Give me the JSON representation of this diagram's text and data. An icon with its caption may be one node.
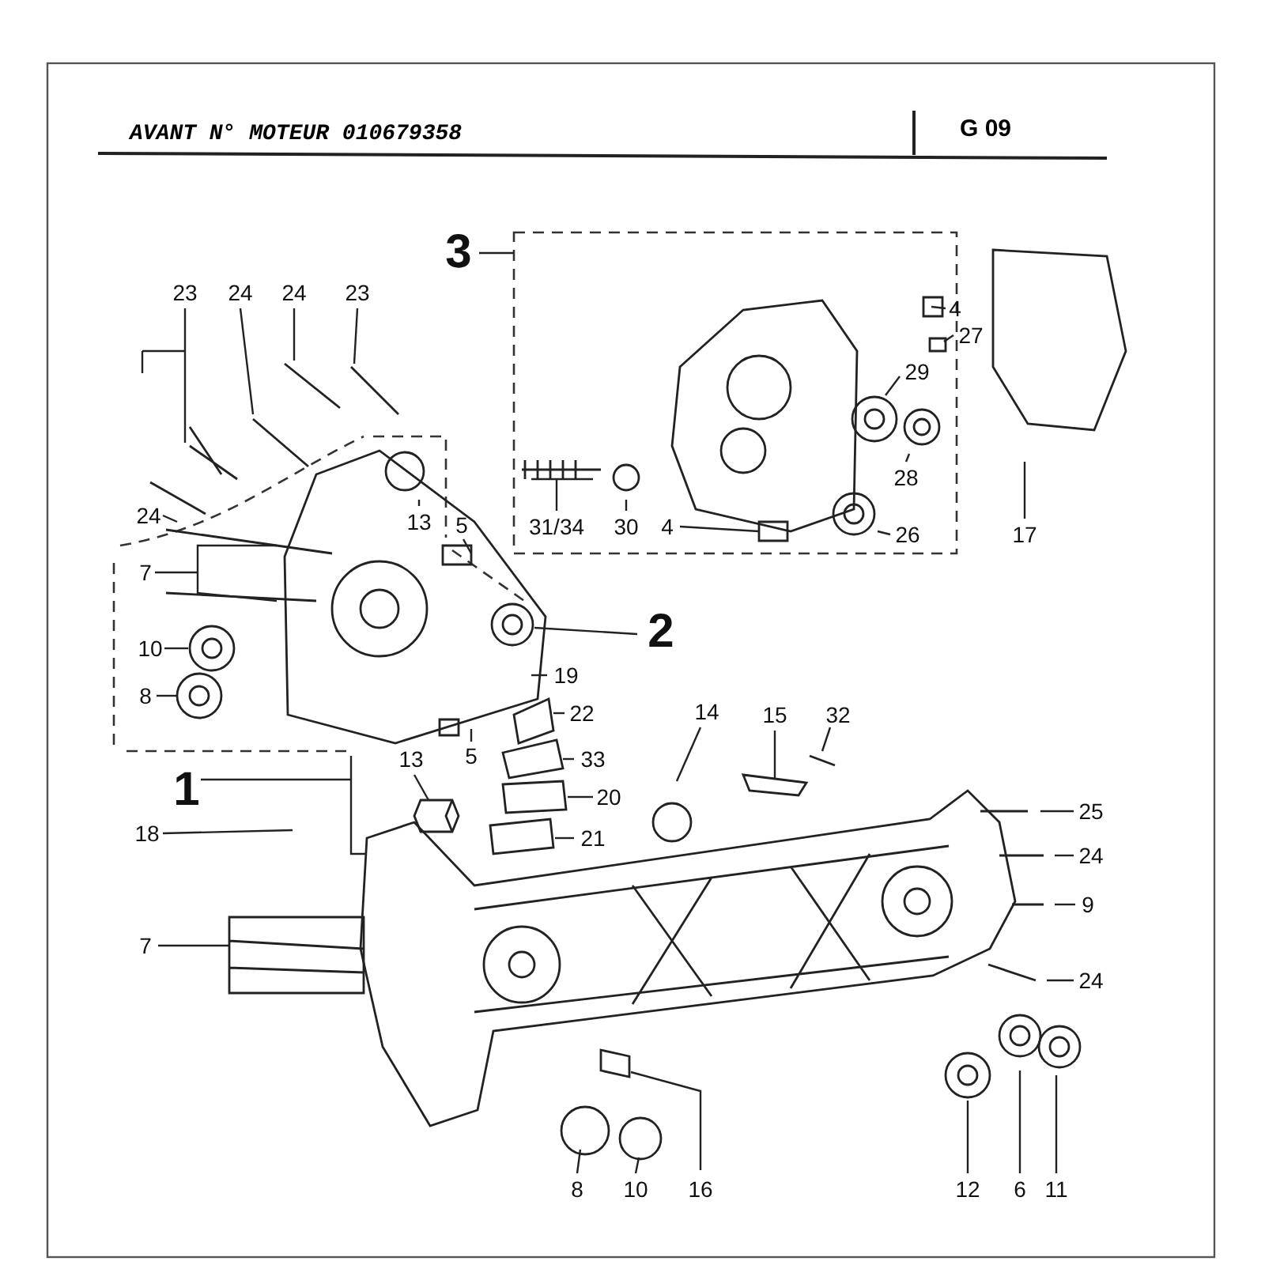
{
  "diagram": {
    "nodes": [
      {
        "text": [
          "3"
        ]
      },
      {
        "text": [
          "2"
        ]
      },
      {
        "text": [
          "1"
        ]
      },
      {
        "text": [
          "23"
        ]
      },
      {
        "text": [
          "24"
        ]
      },
      {
        "text": [
          "24"
        ]
      },
      {
        "text": [
          "23"
        ]
      },
      {
        "text": [
          "24"
        ]
      },
      {
        "text": [
          "7"
        ]
      },
      {
        "text": [
          "10"
        ]
      },
      {
        "text": [
          "8"
        ]
      },
      {
        "text": [
          "13"
        ]
      },
      {
        "text": [
          "5"
        ]
      },
      {
        "text": [
          "19"
        ]
      },
      {
        "text": [
          "22"
        ]
      },
      {
        "text": [
          "5"
        ]
      },
      {
        "text": [
          "13"
        ]
      },
      {
        "text": [
          "33"
        ]
      },
      {
        "text": [
          "20"
        ]
      },
      {
        "text": [
          "21"
        ]
      },
      {
        "text": [
          "14"
        ]
      },
      {
        "text": [
          "15"
        ]
      },
      {
        "text": [
          "32"
        ]
      },
      {
        "text": [
          "25"
        ]
      },
      {
        "text": [
          "24"
        ]
      },
      {
        "text": [
          "9"
        ]
      },
      {
        "text": [
          "24"
        ]
      },
      {
        "text": [
          "18"
        ]
      },
      {
        "text": [
          "7"
        ]
      },
      {
        "text": [
          "8"
        ]
      },
      {
        "text": [
          "10"
        ]
      },
      {
        "text": [
          "16"
        ]
      },
      {
        "text": [
          "12"
        ]
      },
      {
        "text": [
          "6"
        ]
      },
      {
        "text": [
          "11"
        ]
      },
      {
        "text": [
          "17"
        ]
      },
      {
        "text": [
          "4"
        ]
      },
      {
        "text": [
          "27"
        ]
      },
      {
        "text": [
          "29"
        ]
      },
      {
        "text": [
          "28"
        ]
      },
      {
        "text": [
          "26"
        ]
      },
      {
        "text": [
          "4"
        ]
      },
      {
        "text": [
          "30"
        ]
      },
      {
        "text": [
          "31/34"
        ]
      }
    ],
    "edges": [
      {
        "from": 0,
        "to": null,
        "arrow": "none"
      },
      {
        "from": 1,
        "to": null,
        "arrow": "none"
      },
      {
        "from": 2,
        "to": null,
        "arrow": "none"
      },
      {
        "from": 3,
        "to": null,
        "arrow": "none"
      },
      {
        "from": 4,
        "to": null,
        "arrow": "none"
      },
      {
        "from": 5,
        "to": null,
        "arrow": "none"
      },
      {
        "from": 6,
        "to": null,
        "arrow": "none"
      },
      {
        "from": 7,
        "to": null,
        "arrow": "none"
      },
      {
        "from": 8,
        "to": null,
        "arrow": "none"
      },
      {
        "from": 9,
        "to": null,
        "arrow": "none"
      },
      {
        "from": 10,
        "to": null,
        "arrow": "none"
      },
      {
        "from": 11,
        "to": null,
        "arrow": "none"
      },
      {
        "from": 12,
        "to": null,
        "arrow": "none"
      },
      {
        "from": 13,
        "to": null,
        "arrow": "none"
      },
      {
        "from": 14,
        "to": null,
        "arrow": "none"
      },
      {
        "from": 15,
        "to": null,
        "arrow": "none"
      },
      {
        "from": 16,
        "to": null,
        "arrow": "none"
      },
      {
        "from": 17,
        "to": null,
        "arrow": "none"
      },
      {
        "from": 18,
        "to": null,
        "arrow": "none"
      },
      {
        "from": 19,
        "to": null,
        "arrow": "none"
      },
      {
        "from": 20,
        "to": null,
        "arrow": "none"
      },
      {
        "from": 21,
        "to": null,
        "arrow": "none"
      },
      {
        "from": 22,
        "to": null,
        "arrow": "none"
      },
      {
        "from": 23,
        "to": null,
        "arrow": "none"
      },
      {
        "from": 24,
        "to": null,
        "arrow": "none"
      },
      {
        "from": 25,
        "to": null,
        "arrow": "none"
      },
      {
        "from": 26,
        "to": null,
        "arrow": "none"
      },
      {
        "from": 27,
        "to": null,
        "arrow": "none"
      },
      {
        "from": 28,
        "to": null,
        "arrow": "none"
      },
      {
        "from": 29,
        "to": null,
        "arrow": "none"
      },
      {
        "from": 30,
        "to": null,
        "arrow": "none"
      },
      {
        "from": 31,
        "to": null,
        "arrow": "none"
      },
      {
        "from": 32,
        "to": null,
        "arrow": "none"
      },
      {
        "from": 33,
        "to": null,
        "arrow": "none"
      },
      {
        "from": 34,
        "to": null,
        "arrow": "none"
      },
      {
        "from": 35,
        "to": null,
        "arrow": "none"
      },
      {
        "from": 36,
        "to": null,
        "arrow": "none"
      },
      {
        "from": 37,
        "to": null,
        "arrow": "none"
      },
      {
        "from": 38,
        "to": null,
        "arrow": "none"
      },
      {
        "from": 39,
        "to": null,
        "arrow": "none"
      },
      {
        "from": 40,
        "to": null,
        "arrow": "none"
      },
      {
        "from": 41,
        "to": null,
        "arrow": "none"
      },
      {
        "from": 42,
        "to": null,
        "arrow": "none"
      },
      {
        "from": 43,
        "to": null,
        "arrow": "none"
      }
    ],
    "labels": [
      "AVANT N° MOTEUR 010679358",
      "G 09"
    ]
  }
}
